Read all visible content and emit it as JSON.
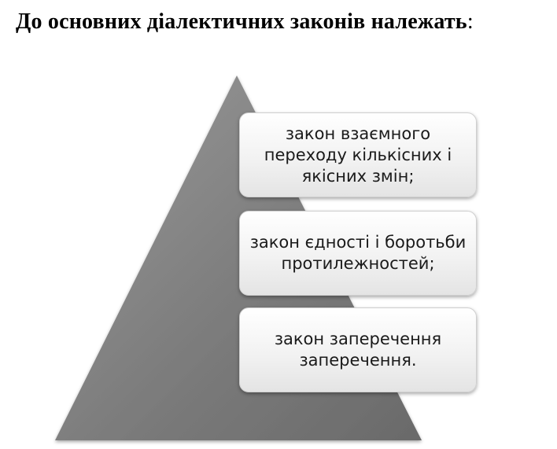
{
  "title": {
    "text": "До основних діалектичних законів належать",
    "colon": ":"
  },
  "laws": [
    "закон взаємного переходу кількісних і якісних змін;",
    "закон єдності і боротьби протилежностей;",
    "закон заперечення заперечення."
  ]
}
